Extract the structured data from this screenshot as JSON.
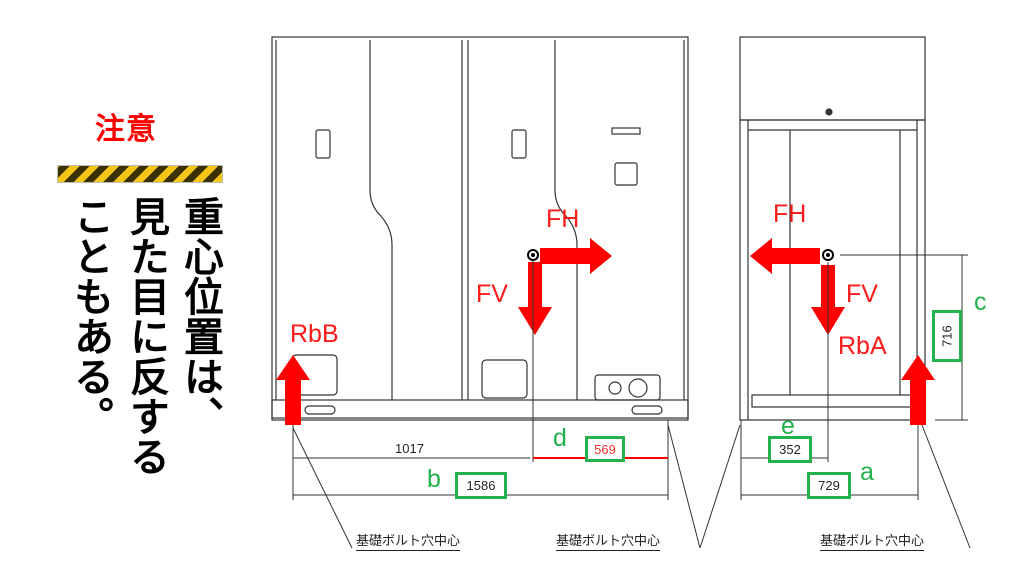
{
  "warning": {
    "title": "注意",
    "lines": [
      "重心位置は、",
      "見た目に反する",
      "こともある。"
    ]
  },
  "labels": {
    "front_fh": "FH",
    "front_fv": "FV",
    "front_rbb": "RbB",
    "side_fh": "FH",
    "side_fv": "FV",
    "side_rba": "RbA"
  },
  "dimensions": {
    "front_partial": "1017",
    "d_label": "d",
    "d_value": "569",
    "b_label": "b",
    "b_value": "1586",
    "e_label": "e",
    "e_value": "352",
    "a_label": "a",
    "a_value": "729",
    "c_label": "c",
    "c_value": "716"
  },
  "base_labels": [
    "基礎ボルト穴中心",
    "基礎ボルト穴中心",
    "基礎ボルト穴中心"
  ],
  "colors": {
    "force": "#ff0000",
    "highlight": "#22b14c",
    "stripe_yellow": "#f5c518"
  }
}
